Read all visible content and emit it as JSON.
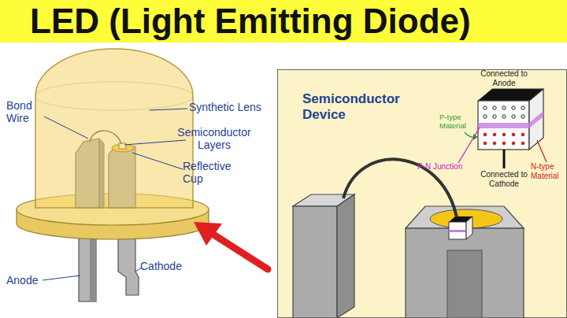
{
  "diagram": {
    "title": "LED (Light Emitting Diode)",
    "nodes": [
      {
        "text": [
          "Semiconductor Device"
        ]
      }
    ],
    "labels": [
      "Bond Wire",
      "Synthetic Lens",
      "Semiconductor Layers",
      "Reflective Cup",
      "Anode",
      "Cathode",
      "Connected to Anode",
      "P-type Material",
      "P-N Junction",
      "N-type Material",
      "Connected to Cathode"
    ]
  }
}
